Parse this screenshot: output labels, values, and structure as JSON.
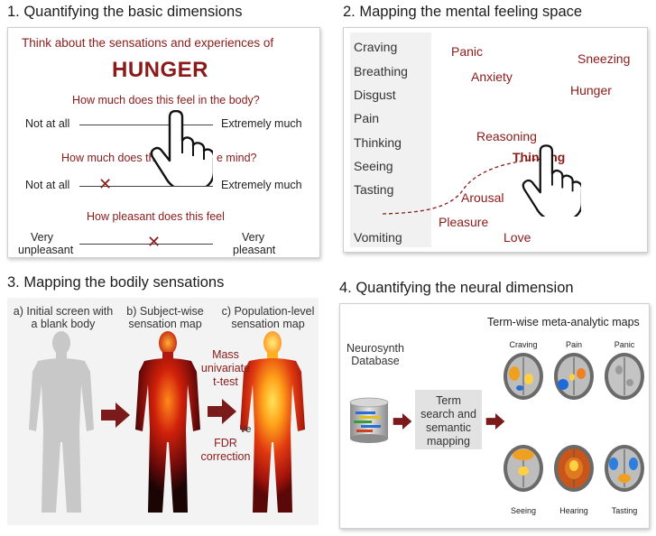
{
  "panel1": {
    "title": "1. Quantifying the basic dimensions",
    "prompt": "Think about the sensations and experiences of",
    "term": "HUNGER",
    "q1": "How much does this feel in the body?",
    "q1_left": "Not at all",
    "q1_right": "Extremely much",
    "q2_left_part": "How much does th",
    "q2_right_part": "e mind?",
    "q2_left": "Not at all",
    "q2_right": "Extremely much",
    "q3": "How pleasant does this feel",
    "q3_left_1": "Very",
    "q3_left_2": "unpleasant",
    "q3_right_1": "Very",
    "q3_right_2": "pleasant"
  },
  "panel2": {
    "title": "2. Mapping the mental feeling space",
    "list": [
      "Craving",
      "Breathing",
      "Disgust",
      "Pain",
      "Thinking",
      "Seeing",
      "Tasting"
    ],
    "list_bottom": "Vomiting",
    "words": {
      "panic": "Panic",
      "anxiety": "Anxiety",
      "sneezing": "Sneezing",
      "hunger": "Hunger",
      "reasoning": "Reasoning",
      "thinking": "Thinking",
      "arousal": "Arousal",
      "pleasure": "Pleasure",
      "love": "Love"
    }
  },
  "panel3": {
    "title": "3. Mapping the bodily sensations",
    "cap_a_1": "a) Initial screen with",
    "cap_a_2": "a blank body",
    "cap_b_1": "b) Subject-wise",
    "cap_b_2": "sensation map",
    "cap_c_1": "c) Population-level",
    "cap_c_2": "sensation map",
    "mass_1": "Mass",
    "mass_2": "univariate",
    "mass_3": "t-test",
    "fdr_1": "FDR",
    "fdr_2": "correction",
    "ve": "Ve"
  },
  "panel4": {
    "title": "4. Quantifying the neural dimension",
    "maps_title": "Term-wise meta-analytic maps",
    "db_1": "Neurosynth",
    "db_2": "Database",
    "term_1": "Term",
    "term_2": "search and",
    "term_3": "semantic",
    "term_4": "mapping",
    "brains_top": [
      "Craving",
      "Pain",
      "Panic"
    ],
    "brains_bottom": [
      "Seeing",
      "Hearing",
      "Tasting"
    ]
  },
  "colors": {
    "accent_red": "#8b1a1a",
    "arrow_red": "#7a1a1a",
    "silhouette_gray": "#c8c8c8"
  }
}
